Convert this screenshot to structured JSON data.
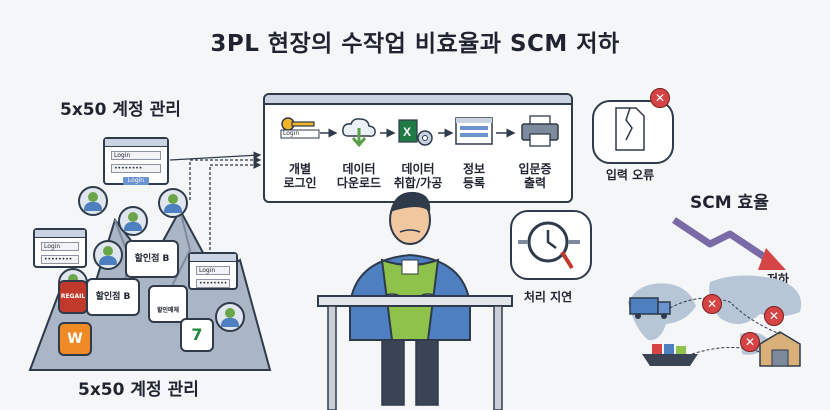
{
  "title": "3PL 현장의 수작업 비효율과 SCM 저하",
  "left": {
    "top_label": "5x50 계정 관리",
    "bottom_label": "5x50 계정 관리",
    "login_form": {
      "field_login": "Login",
      "field_password": "••••••••",
      "button": "Login"
    },
    "badges": [
      "할인점 B",
      "할인점 B",
      "REGAIL",
      "할인매체",
      "W",
      "7"
    ]
  },
  "workflow": {
    "steps": [
      {
        "label": "개별\n로그인",
        "icon": "key-icon"
      },
      {
        "label": "데이터\n다운로드",
        "icon": "cloud-download-icon"
      },
      {
        "label": "데이터\n취합/가공",
        "icon": "excel-gear-icon"
      },
      {
        "label": "정보\n등록",
        "icon": "form-icon"
      },
      {
        "label": "입문증\n출력",
        "icon": "printer-icon"
      }
    ],
    "login_field": "Login"
  },
  "input_error": {
    "label": "입력 오류"
  },
  "delay": {
    "label": "처리 지연"
  },
  "scm": {
    "label": "SCM 효율",
    "drop_label": "저하"
  },
  "colors": {
    "accent_blue": "#4d7fc1",
    "vest_green": "#8fc24a",
    "error_red": "#d64545",
    "arrow_purple": "#7a6aa8"
  }
}
